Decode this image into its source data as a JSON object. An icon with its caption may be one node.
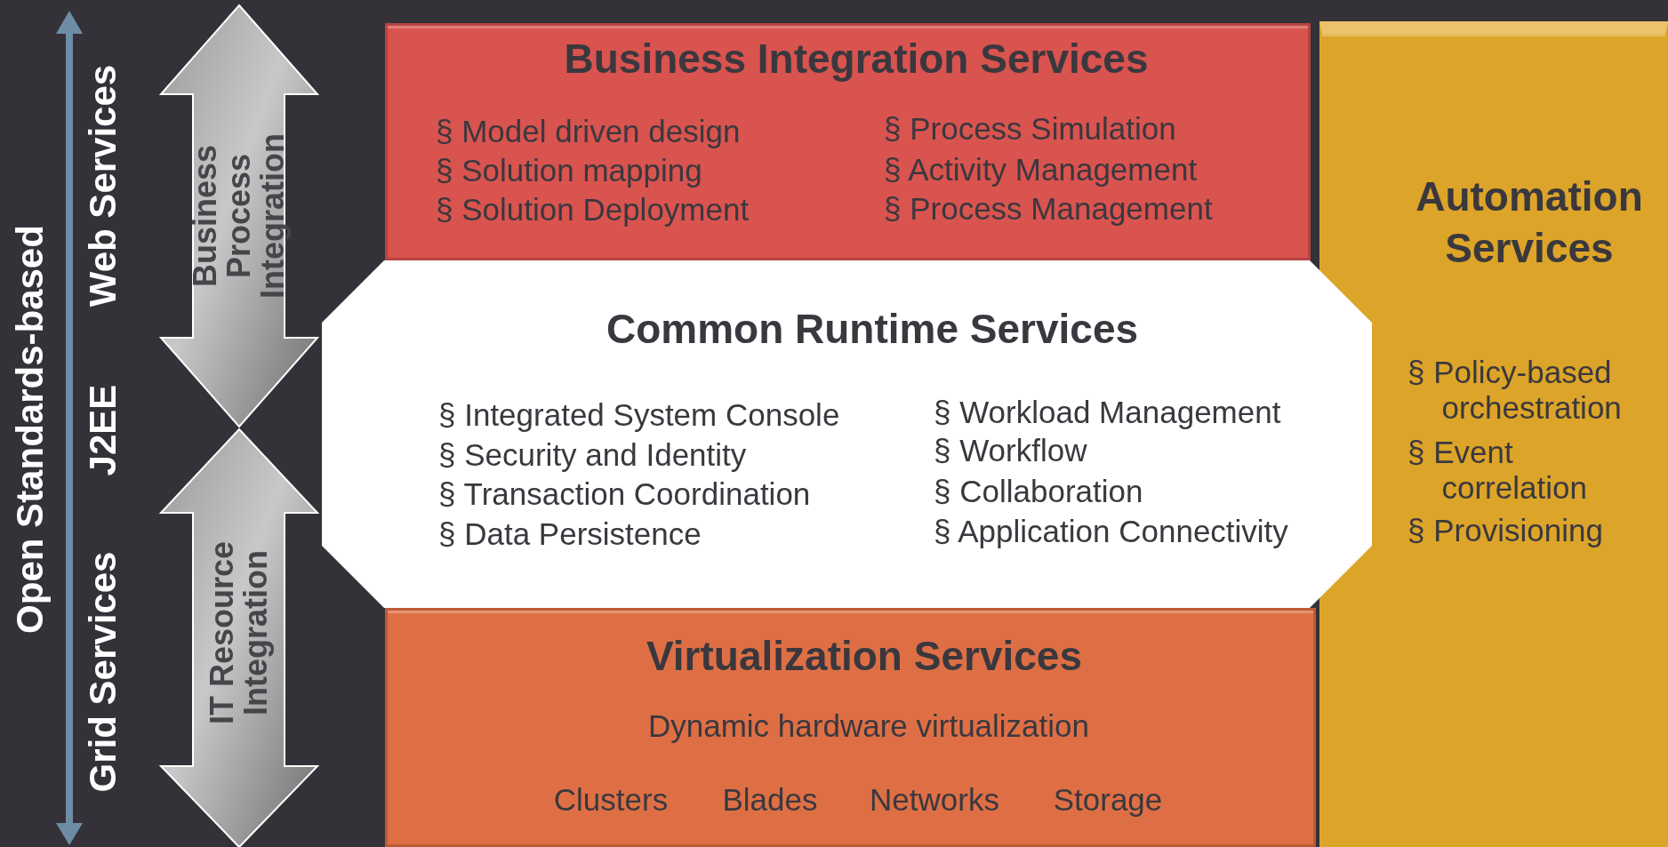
{
  "diagram": {
    "nodes": [
      {
        "text": [
          "Business Process Integration"
        ]
      },
      {
        "text": [
          "IT Resource Integration"
        ]
      },
      {
        "text": [
          "Business Integration Services",
          "§ Model driven design",
          "§ Solution mapping",
          "§ Solution Deployment",
          "§ Process Simulation",
          "§ Activity Management",
          "§ Process Management"
        ]
      },
      {
        "text": [
          "Common Runtime Services",
          "§ Integrated System Console",
          "§ Security and Identity",
          "§ Transaction Coordination",
          "§ Data Persistence",
          "§ Workload Management",
          "§ Workflow",
          "§ Collaboration",
          "§ Application Connectivity"
        ]
      },
      {
        "text": [
          "Virtualization Services",
          "Dynamic hardware virtualization",
          "Clusters",
          "Blades",
          "Networks",
          "Storage"
        ]
      },
      {
        "text": [
          "Automation Services",
          "§ Policy-based orchestration",
          "§ Event correlation",
          "§ Provisioning"
        ]
      }
    ],
    "labels": [
      "Open Standards-based",
      "Web Services",
      "J2EE",
      "Grid Services"
    ]
  }
}
